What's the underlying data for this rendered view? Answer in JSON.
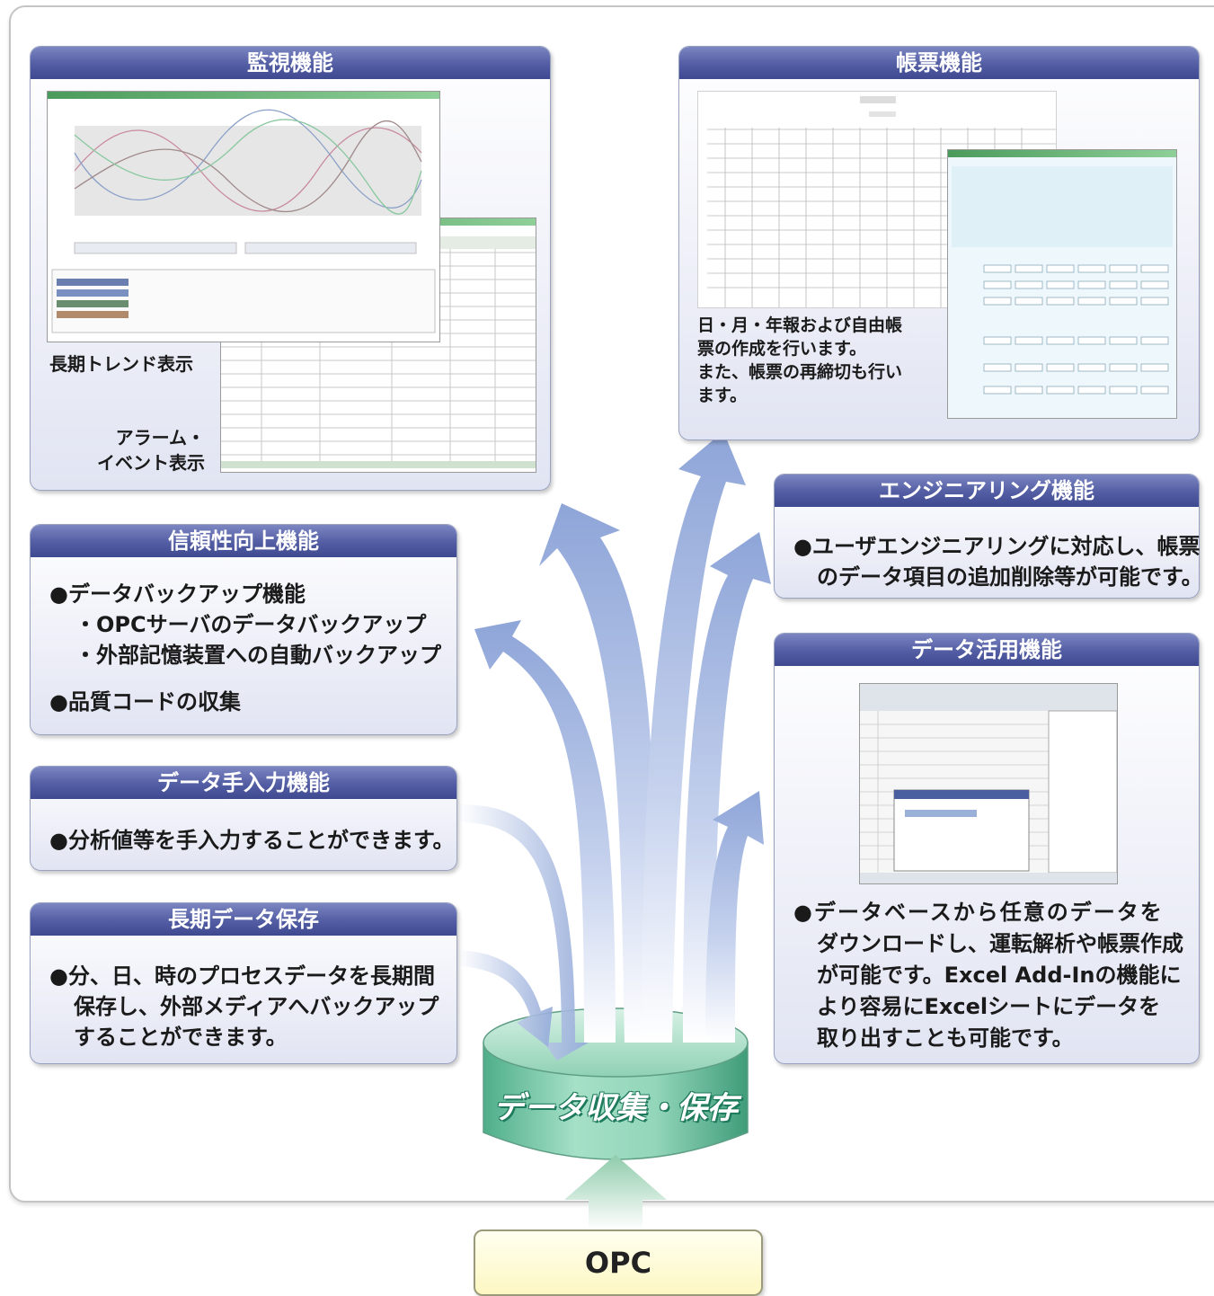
{
  "panels": {
    "monitoring": {
      "title": "監視機能",
      "caption_trend": "長期トレンド表示",
      "caption_alarm_1": "アラーム・",
      "caption_alarm_2": "イベント表示"
    },
    "report": {
      "title": "帳票機能",
      "desc_1": "日・月・年報および自由帳",
      "desc_2": "票の作成を行います。",
      "desc_3": "また、帳票の再締切も行い",
      "desc_4": "ます。"
    },
    "reliability": {
      "title": "信頼性向上機能",
      "line_1": "●データバックアップ機能",
      "line_2": "・OPCサーバのデータバックアップ",
      "line_3": "・外部記憶装置への自動バックアップ",
      "line_4": "●品質コードの収集"
    },
    "manual_input": {
      "title": "データ手入力機能",
      "line_1": "●分析値等を手入力することができます。"
    },
    "long_term": {
      "title": "長期データ保存",
      "line_1": "●分、日、時のプロセスデータを長期間",
      "line_2": "保存し、外部メディアへバックアップ",
      "line_3": "することができます。"
    },
    "engineering": {
      "title": "エンジニアリング機能",
      "line_1": "●ユーザエンジニアリングに対応し、帳票",
      "line_2": "のデータ項目の追加削除等が可能です。"
    },
    "data_usage": {
      "title": "データ活用機能",
      "line_1": "●データベースから任意のデータを",
      "line_2": "ダウンロードし、運転解析や帳票作成",
      "line_3": "が可能です。Excel Add-Inの機能に",
      "line_4": "より容易にExcelシートにデータを",
      "line_5": "取り出すことも可能です。"
    }
  },
  "center": {
    "database_label": "データ収集・保存",
    "source_label": "OPC"
  },
  "colors": {
    "panel_header": "#525da3",
    "arrow": "#8fa6d6",
    "database": "#6cc3a0",
    "opc_box": "#fdf7c2",
    "up_arrow": "#9fd0b6"
  }
}
